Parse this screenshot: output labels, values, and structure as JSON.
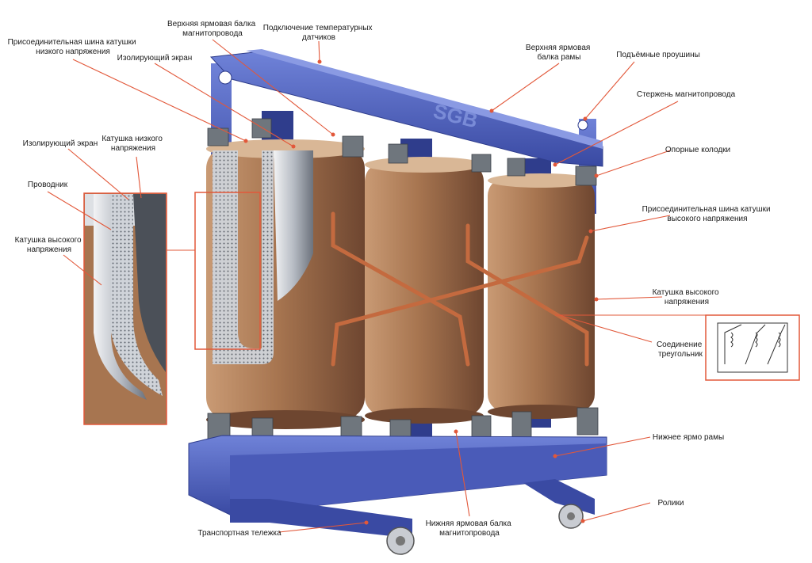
{
  "diagram": {
    "brand_logo": "SGB",
    "colors": {
      "frame": "#4a5bb8",
      "frame_dark": "#2f3d8c",
      "coil": "#a77550",
      "coil_dark": "#7a4f33",
      "leader": "#e2583a",
      "insulator": "#6f767d"
    },
    "labels": {
      "upper_yoke_beam_core": [
        "Верхняя ярмовая балка",
        "магнитопровода"
      ],
      "temp_sensor_connection": [
        "Подключение температурных",
        "датчиков"
      ],
      "lv_busbar": [
        "Присоединительная шина катушки",
        "низкого напряжения"
      ],
      "insulating_screen_top": [
        "Изолирующий экран"
      ],
      "upper_yoke_beam_frame": [
        "Верхняя ярмовая",
        "балка рамы"
      ],
      "lifting_lugs": [
        "Подъёмные проушины"
      ],
      "core_limb": [
        "Стержень магнитопровода"
      ],
      "support_blocks": [
        "Опорные колодки"
      ],
      "insulating_screen_inset": [
        "Изолирующий экран"
      ],
      "lv_coil": [
        "Катушка низкого",
        "напряжения"
      ],
      "conductor": [
        "Проводник"
      ],
      "hv_coil_inset": [
        "Катушка высокого",
        "напряжения"
      ],
      "hv_busbar": [
        "Присоединительная шина катушки",
        "высокого напряжения"
      ],
      "hv_coil": [
        "Катушка высокого",
        "напряжения"
      ],
      "delta_connection": [
        "Соединение",
        "треугольник"
      ],
      "lower_yoke_frame": [
        "Нижнее ярмо рамы"
      ],
      "rollers": [
        "Ролики"
      ],
      "lower_yoke_beam_core": [
        "Нижняя ярмовая балка",
        "магнитопровода"
      ],
      "transport_carriage": [
        "Транспортная тележка"
      ]
    }
  }
}
